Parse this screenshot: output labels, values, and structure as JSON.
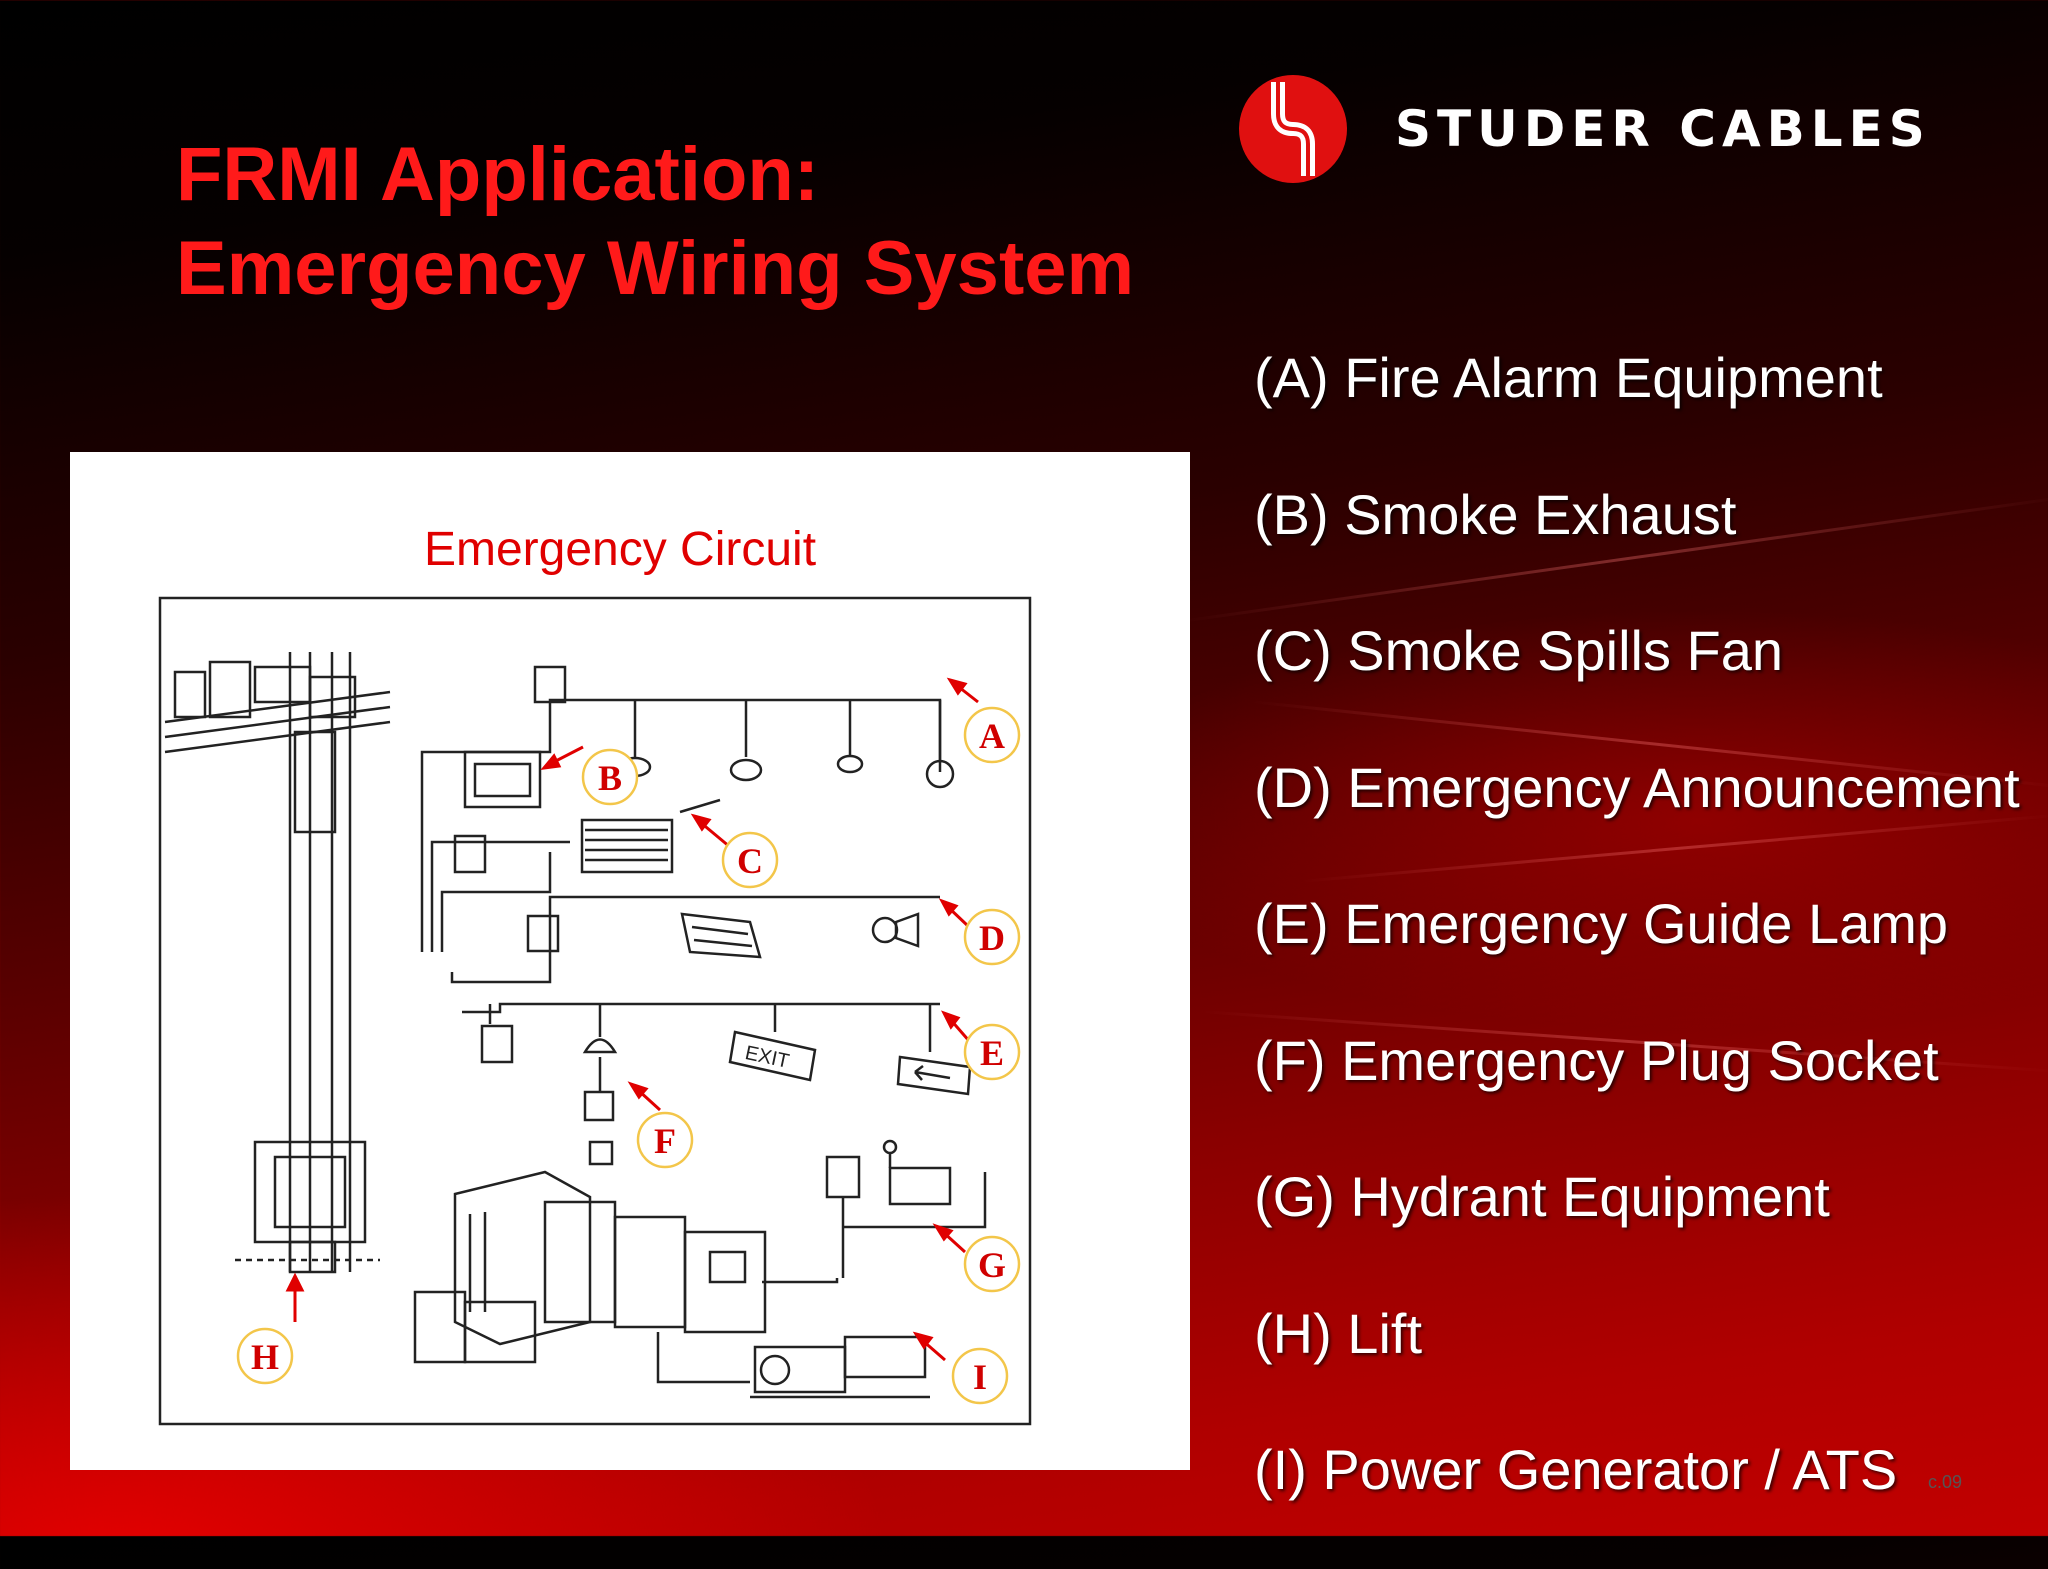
{
  "slide": {
    "title_line1": "FRMI Application:",
    "title_line2": "Emergency Wiring System",
    "brand_name": "STUDER CABLES",
    "brand_logo_letter": "S",
    "brand_color": "#e01010",
    "title_color": "#ff1a1a"
  },
  "legend": [
    "(A) Fire Alarm Equipment",
    "(B) Smoke Exhaust",
    "(C) Smoke Spills Fan",
    "(D) Emergency Announcement",
    "(E) Emergency Guide Lamp",
    "(F) Emergency Plug Socket",
    "(G) Hydrant Equipment",
    "(H) Lift",
    "(I) Power Generator / ATS"
  ],
  "diagram": {
    "title": "Emergency Circuit",
    "callouts": [
      "A",
      "B",
      "C",
      "D",
      "E",
      "F",
      "G",
      "H",
      "I"
    ],
    "exit_sign_text": "EXIT"
  },
  "corner_text": "c.09"
}
